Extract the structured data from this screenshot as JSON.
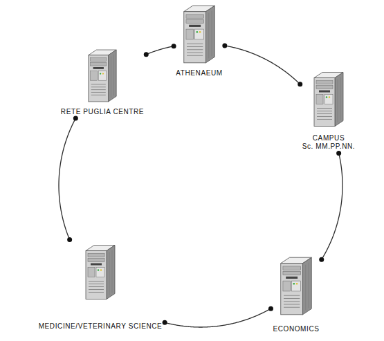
{
  "diagram": {
    "nodes": [
      {
        "text": [
          "ATHENAEUM"
        ]
      },
      {
        "text": [
          "RETE PUGLIA CENTRE"
        ]
      },
      {
        "text": [
          "CAMPUS",
          "Sc. MM.PP.NN."
        ]
      },
      {
        "text": [
          "MEDICINE/VETERINARY SCIENCE"
        ]
      },
      {
        "text": [
          "ECONOMICS"
        ]
      }
    ],
    "edges": [
      {
        "from": 0,
        "to": 2,
        "arrow": "none"
      },
      {
        "from": 2,
        "to": 4,
        "arrow": "none"
      },
      {
        "from": 4,
        "to": 3,
        "arrow": "none"
      },
      {
        "from": 3,
        "to": 1,
        "arrow": "none"
      },
      {
        "from": 1,
        "to": 0,
        "arrow": "none"
      }
    ]
  }
}
